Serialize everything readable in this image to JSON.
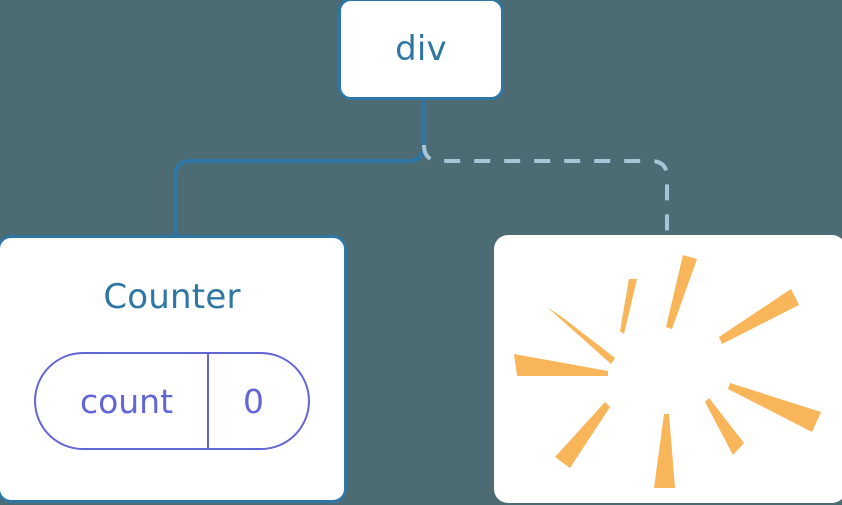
{
  "diagram": {
    "title": "React component tree with re-render highlight",
    "background_color": "#4d6b73",
    "nodes": {
      "root": {
        "label": "div",
        "text_color": "#2e77a5",
        "border_color": "#2e77a5",
        "fill_color": "#ffffff"
      },
      "counter": {
        "label": "Counter",
        "text_color": "#2e77a5",
        "border_color": "#2e77a5",
        "fill_color": "#ffffff",
        "state": {
          "key": "count",
          "value": "0",
          "color": "#6366d6"
        }
      },
      "sparkle": {
        "label": "",
        "fill_color": "#ffffff",
        "ray_color": "#f8b55a",
        "ray_count": 10
      }
    },
    "edges": [
      {
        "name": "edge-div-to-counter",
        "style": "solid",
        "color": "#2e77a5",
        "width": 4
      },
      {
        "name": "edge-div-to-sparkle",
        "style": "dashed",
        "color": "#a8c4d8",
        "width": 4,
        "dash": "16 14"
      }
    ]
  }
}
